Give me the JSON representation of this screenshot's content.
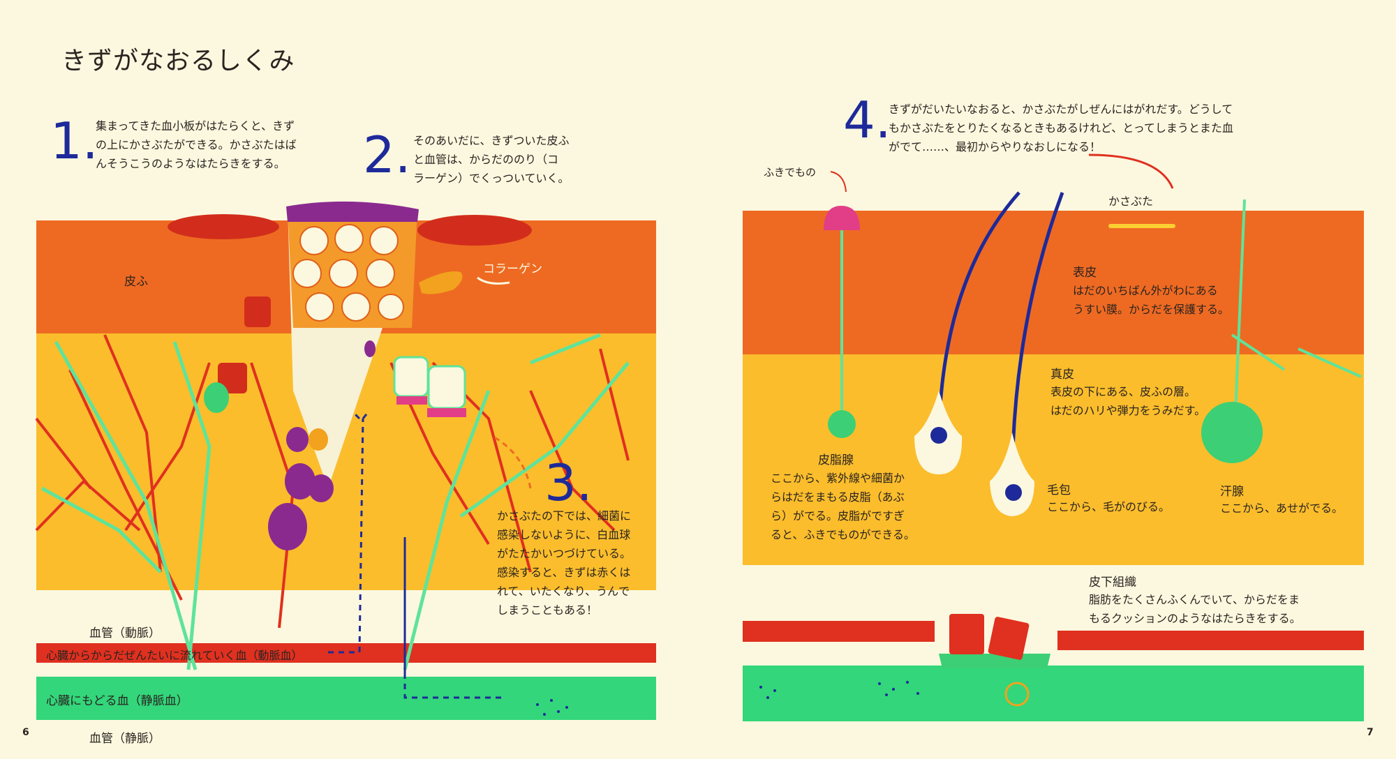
{
  "title": "きずがなおるしくみ",
  "steps": [
    {
      "number": "1.",
      "text": "集まってきた血小板がはたらくと、きず\nの上にかさぶたができる。かさぶたはば\nんそうこうのようなはたらきをする。"
    },
    {
      "number": "2.",
      "text": "そのあいだに、きずついた皮ふ\nと血管は、からだののり（コ\nラーゲン）でくっついていく。"
    },
    {
      "number": "3.",
      "text": "かさぶたの下では、細菌に\n感染しないように、白血球\nがたたかいつづけている。\n感染すると、きずは赤くは\nれて、いたくなり、うんで\nしまうこともある！"
    },
    {
      "number": "4.",
      "text": "きずがだいたいなおると、かさぶたがしぜんにはがれだす。どうして\nもかさぶたをとりたくなるときもあるけれど、とってしまうとまた血\nがでて……、最初からやりなおしになる！"
    }
  ],
  "left_labels": {
    "skin": "皮ふ",
    "collagen": "コラーゲン",
    "artery": "血管（動脈）",
    "artery_blood": "心臓からからだぜんたいに流れていく血（動脈血）",
    "vein_blood": "心臓にもどる血（静脈血）",
    "vein": "血管（静脈）"
  },
  "right_labels": {
    "pimple": "ふきでもの",
    "scab": "かさぶた",
    "epidermis_title": "表皮",
    "epidermis_text": "はだのいちばん外がわにある\nうすい膜。からだを保護する。",
    "dermis_title": "真皮",
    "dermis_text": "表皮の下にある、皮ふの層。\nはだのハリや弾力をうみだす。",
    "sebaceous_title": "皮脂腺",
    "sebaceous_text": "ここから、紫外線や細菌か\nらはだをまもる皮脂（あぶ\nら）がでる。皮脂がですぎ\nると、ふきでものができる。",
    "follicle_title": "毛包",
    "follicle_text": "ここから、毛がのびる。",
    "sweat_title": "汗腺",
    "sweat_text": "ここから、あせがでる。",
    "subcutis_title": "皮下組織",
    "subcutis_text": "脂肪をたくさんふくんでいて、からだをま\nもるクッションのようなはたらきをする。"
  },
  "page_numbers": {
    "left": "6",
    "right": "7"
  },
  "colors": {
    "background": "#fbf8df",
    "epidermis": "#ee6a22",
    "dermis": "#fbbd2c",
    "artery": "#e0301f",
    "vein": "#33d67a",
    "ink_blue": "#1e2a9a",
    "vessel_green": "#5fe39a"
  }
}
